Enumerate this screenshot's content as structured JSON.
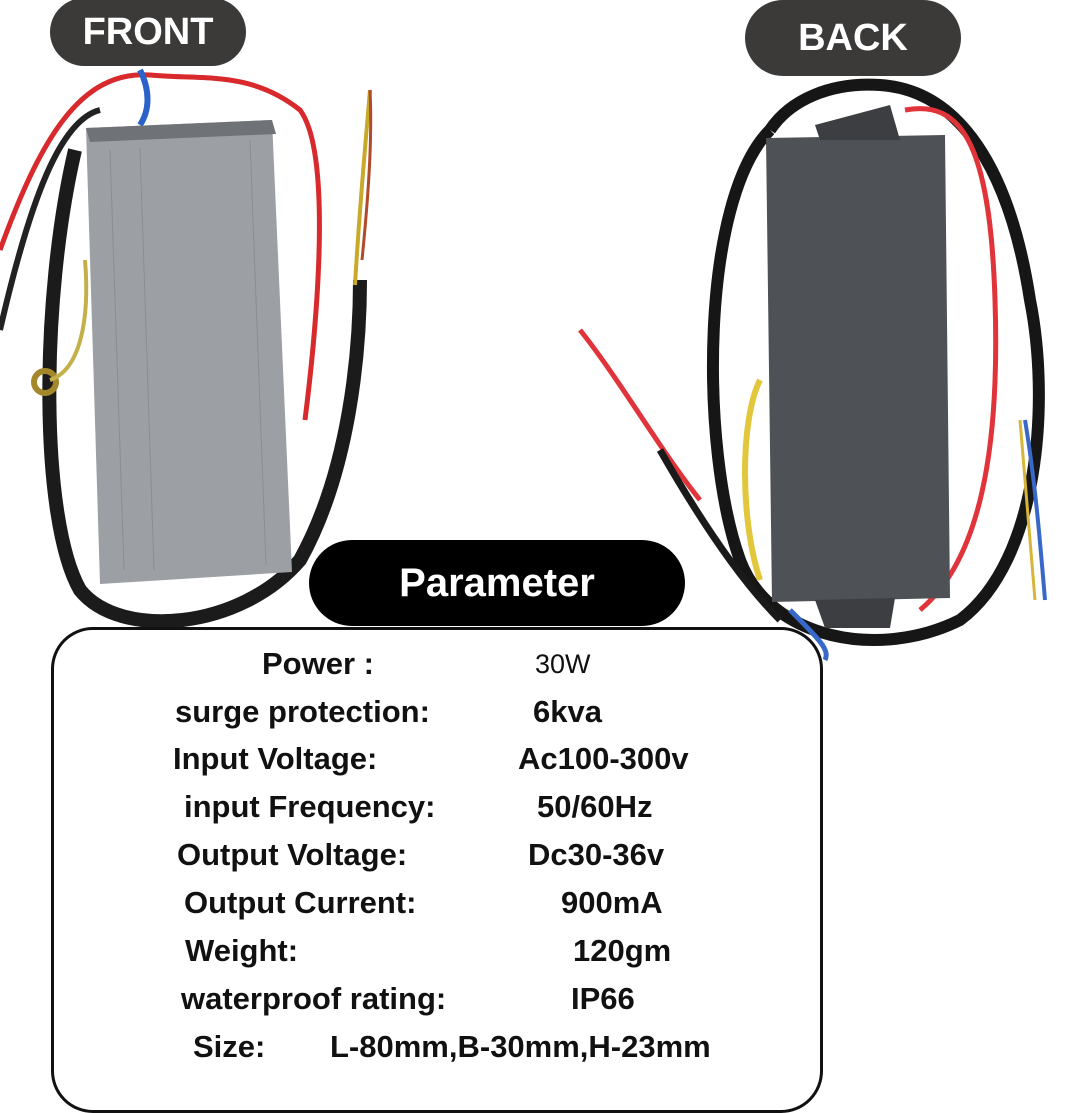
{
  "labels": {
    "front": "FRONT",
    "back": "BACK",
    "parameter": "Parameter"
  },
  "params": [
    {
      "label": "Power :",
      "value": "30W"
    },
    {
      "label": "surge protection:",
      "value": "6kva"
    },
    {
      "label": "Input Voltage:",
      "value": "Ac100-300v"
    },
    {
      "label": "input Frequency:",
      "value": "50/60Hz"
    },
    {
      "label": "Output Voltage:",
      "value": "Dc30-36v"
    },
    {
      "label": "Output Current:",
      "value": "900mA"
    },
    {
      "label": "Weight:",
      "value": "120gm"
    },
    {
      "label": "waterproof rating:",
      "value": "IP66"
    },
    {
      "label": "Size:",
      "value": "L-80mm,B-30mm,H-23mm"
    }
  ]
}
